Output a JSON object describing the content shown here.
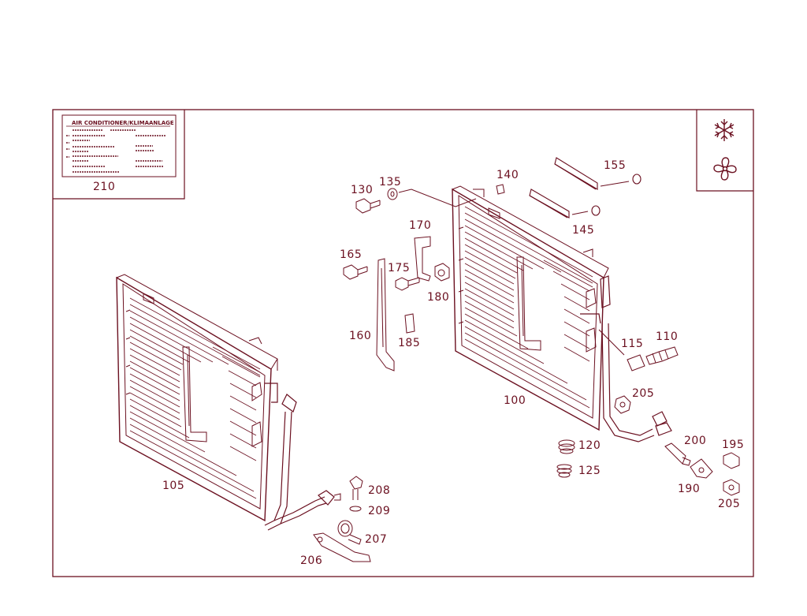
{
  "colors": {
    "ink": "#6b1020",
    "background": "#ffffff"
  },
  "label_plate": {
    "title": "AIR CONDITIONER/KLIMAANLAGE",
    "part_no": "210"
  },
  "icons": [
    "snowflake-icon",
    "fan-icon"
  ],
  "callouts": {
    "c100": "100",
    "c105": "105",
    "c110": "110",
    "c115": "115",
    "c120": "120",
    "c125": "125",
    "c130": "130",
    "c135": "135",
    "c140": "140",
    "c145": "145",
    "c155": "155",
    "c160": "160",
    "c165": "165",
    "c170": "170",
    "c175": "175",
    "c180": "180",
    "c185": "185",
    "c190": "190",
    "c195": "195",
    "c200": "200",
    "c205a": "205",
    "c205b": "205",
    "c206": "206",
    "c207": "207",
    "c208": "208",
    "c209": "209"
  }
}
